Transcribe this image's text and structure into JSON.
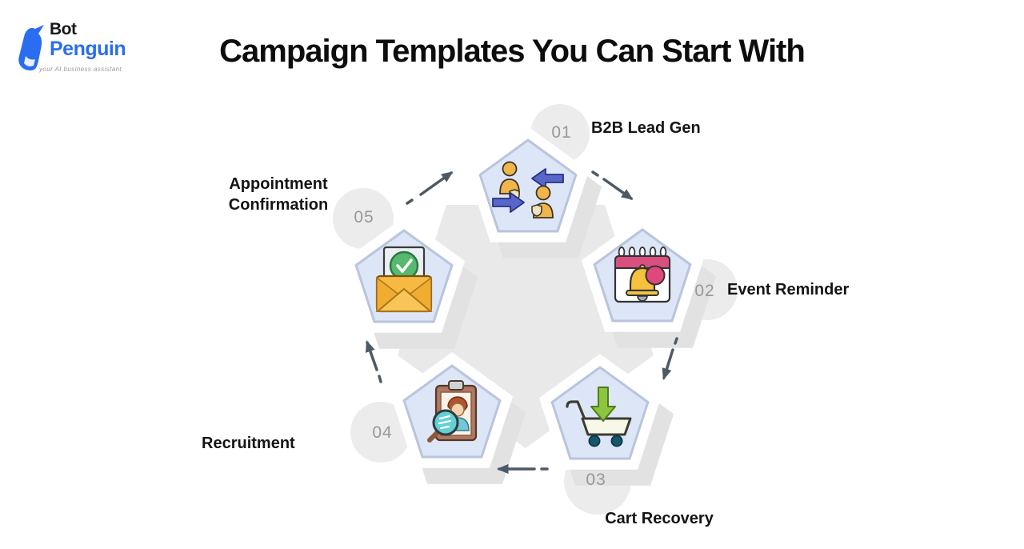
{
  "logo": {
    "brand_top": "Bot",
    "brand_bottom": "Penguin",
    "tagline": "your AI business assistant",
    "brand_color": "#2a6df0"
  },
  "title": "Campaign Templates You Can Start With",
  "nodes": [
    {
      "number": "01",
      "label": "B2B Lead Gen",
      "icon": "people-exchange-icon"
    },
    {
      "number": "02",
      "label": "Event Reminder",
      "icon": "calendar-bell-icon"
    },
    {
      "number": "03",
      "label": "Cart Recovery",
      "icon": "shopping-cart-down-arrow-icon"
    },
    {
      "number": "04",
      "label": "Recruitment",
      "icon": "clipboard-magnifier-icon"
    },
    {
      "number": "05",
      "label": "Appointment Confirmation",
      "icon": "envelope-check-icon"
    }
  ],
  "colors": {
    "pentagon_fill": "#dde6f7",
    "pentagon_border": "#ffffff",
    "pentagon_bevel": "#b9c4dd",
    "shadow_gray": "#e2e2e2",
    "center_pentagon": "#e9e9e9",
    "number_circle": "#ececec",
    "number_text": "#96989c",
    "arrow": "#4d5a66",
    "label_text": "#141414"
  }
}
